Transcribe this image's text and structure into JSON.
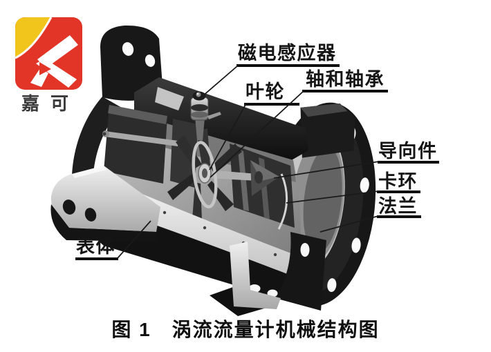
{
  "page": {
    "background": "#ffffff"
  },
  "logo": {
    "brand_name": "嘉可",
    "colors": {
      "red": "#e23527",
      "yellow": "#f2c51c",
      "mark_white": "#ffffff",
      "text_gray": "#3a3a3a"
    }
  },
  "figure": {
    "caption": "图 1　涡流流量计机械结构图",
    "line_color": "#1a1a1a",
    "labels": [
      {
        "id": "magnetoelectric-sensor",
        "text": "磁电感应器"
      },
      {
        "id": "impeller",
        "text": "叶轮"
      },
      {
        "id": "shaft-and-bearing",
        "text": "轴和轴承"
      },
      {
        "id": "guide-vane",
        "text": "导向件"
      },
      {
        "id": "snap-ring",
        "text": "卡环"
      },
      {
        "id": "flange",
        "text": "法兰"
      },
      {
        "id": "meter-body",
        "text": "表体"
      }
    ]
  }
}
